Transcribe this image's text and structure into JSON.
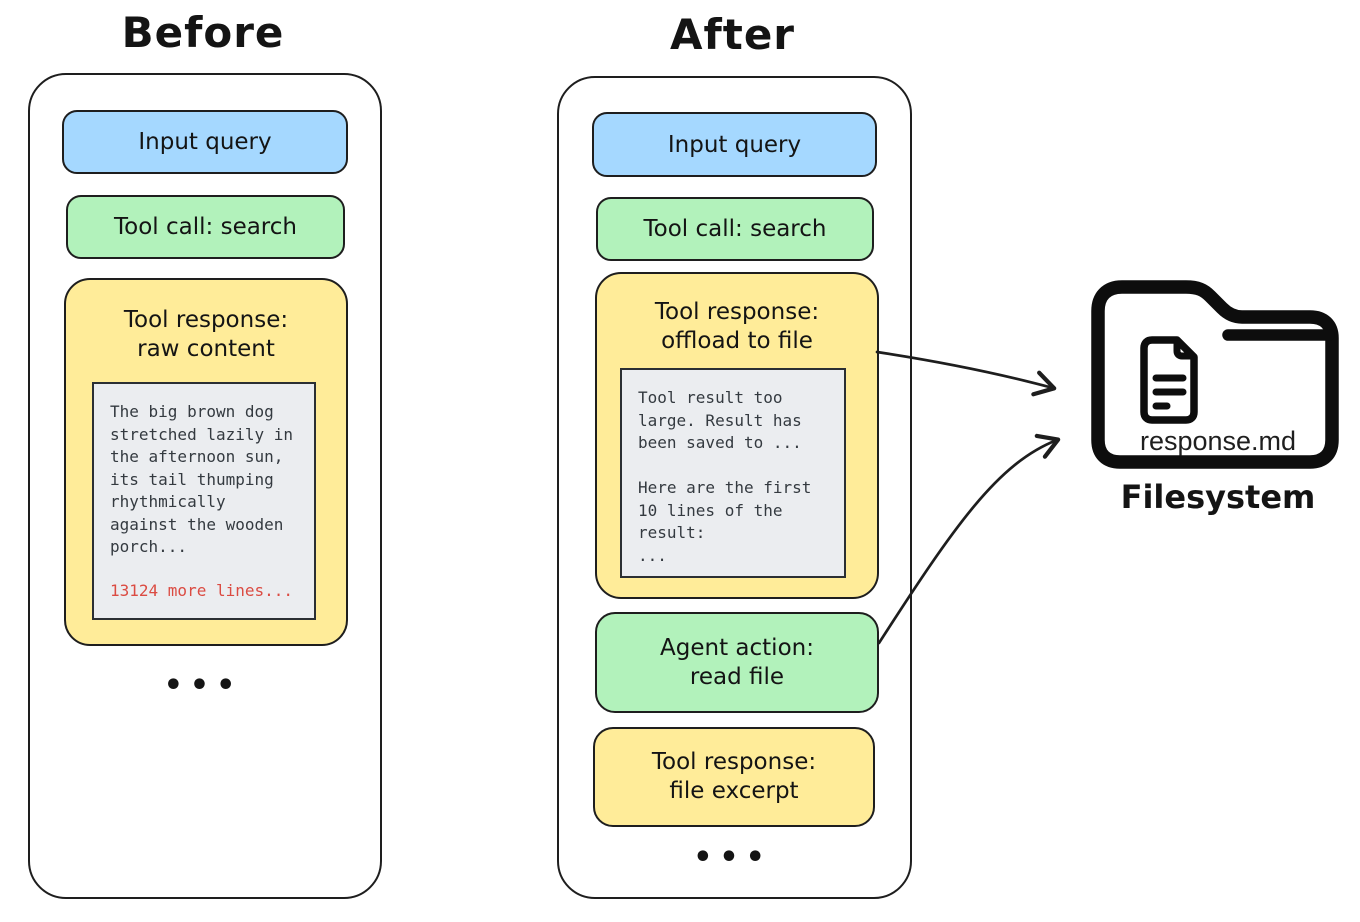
{
  "colors": {
    "blue": "#a5d8ff",
    "green": "#b2f2bb",
    "yellow": "#ffec99",
    "panel_gray": "#ebedf0",
    "stroke": "#1e1e1e",
    "red": "#db4b42"
  },
  "before": {
    "title": "Before",
    "input_query": "Input query",
    "tool_call": "Tool call: search",
    "tool_response_title": "Tool response:\nraw content",
    "raw_content": "The big brown dog\nstretched lazily in\nthe afternoon sun,\nits tail thumping\nrhythmically\nagainst the wooden\nporch...",
    "more_lines": "13124 more lines...",
    "ellipsis": "•••"
  },
  "after": {
    "title": "After",
    "input_query": "Input query",
    "tool_call": "Tool call: search",
    "tool_response_title": "Tool response:\noffload to file",
    "offload_message": "Tool result too\nlarge. Result has\nbeen saved to ...\n\nHere are the first\n10 lines of the\nresult:\n...",
    "agent_action": "Agent action:\nread file",
    "file_excerpt": "Tool response:\nfile excerpt",
    "ellipsis": "•••"
  },
  "filesystem": {
    "file_name": "response.md",
    "label": "Filesystem"
  }
}
